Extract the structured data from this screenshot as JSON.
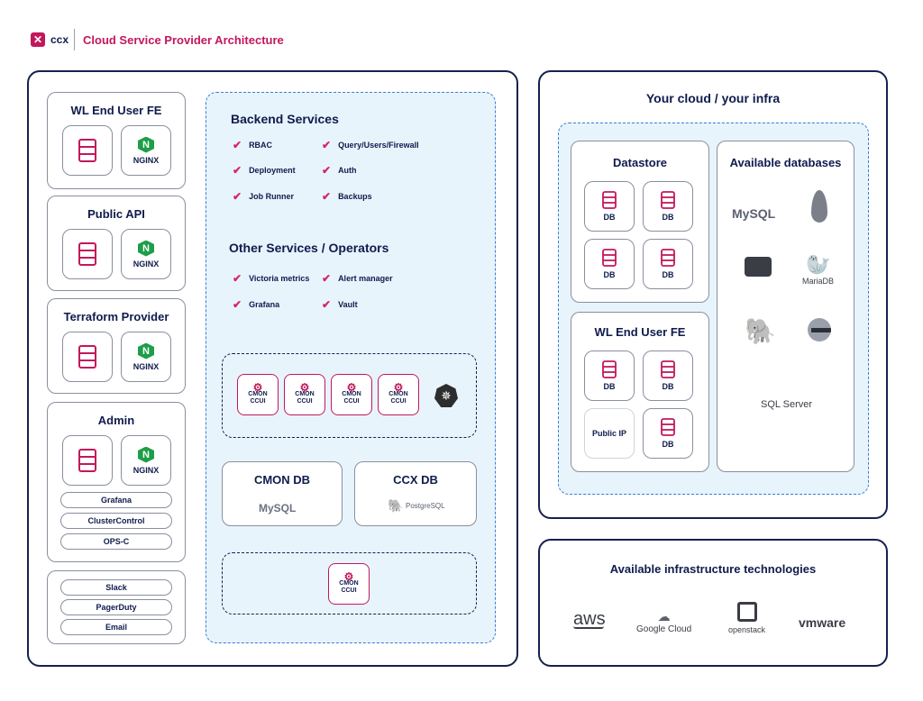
{
  "header": {
    "logo_text": "ccx",
    "title": "Cloud Service Provider Architecture"
  },
  "left": {
    "wl_end_user_fe": "WL End User FE",
    "public_api": "Public API",
    "terraform_provider": "Terraform Provider",
    "admin": "Admin",
    "nginx": "NGINX",
    "admin_pills": [
      "Grafana",
      "ClusterControl",
      "OPS-C"
    ],
    "notify_pills": [
      "Slack",
      "PagerDuty",
      "Email"
    ]
  },
  "backend": {
    "title": "Backend Services",
    "items": [
      "RBAC",
      "Query/Users/Firewall",
      "Deployment",
      "Auth",
      "Job Runner",
      "Backups"
    ],
    "other_title": "Other Services / Operators",
    "other_items": [
      "Victoria metrics",
      "Alert manager",
      "Grafana",
      "Vault"
    ],
    "cmon_line1": "CMON",
    "cmon_line2": "CCUI",
    "cmon_db": "CMON DB",
    "ccx_db": "CCX DB",
    "mysql_logo": "MySQL",
    "postgres_logo": "PostgreSQL"
  },
  "cloud": {
    "title": "Your cloud / your infra",
    "datastore": "Datastore",
    "db_label": "DB",
    "wl_end_user_fe": "WL End User FE",
    "public_ip": "Public IP",
    "available_databases": "Available databases",
    "db_logos": [
      "MySQL",
      "MariaDB",
      "SQL Server"
    ]
  },
  "infra": {
    "title": "Available infrastructure technologies",
    "logos": [
      "aws",
      "Google Cloud",
      "openstack",
      "vmware"
    ]
  },
  "colors": {
    "navy": "#0f1b4c",
    "pink": "#c2185b",
    "dash_blue": "#3a7bd5",
    "light_blue_fill": "#e8f4fc",
    "nginx_green": "#1d9e48"
  }
}
